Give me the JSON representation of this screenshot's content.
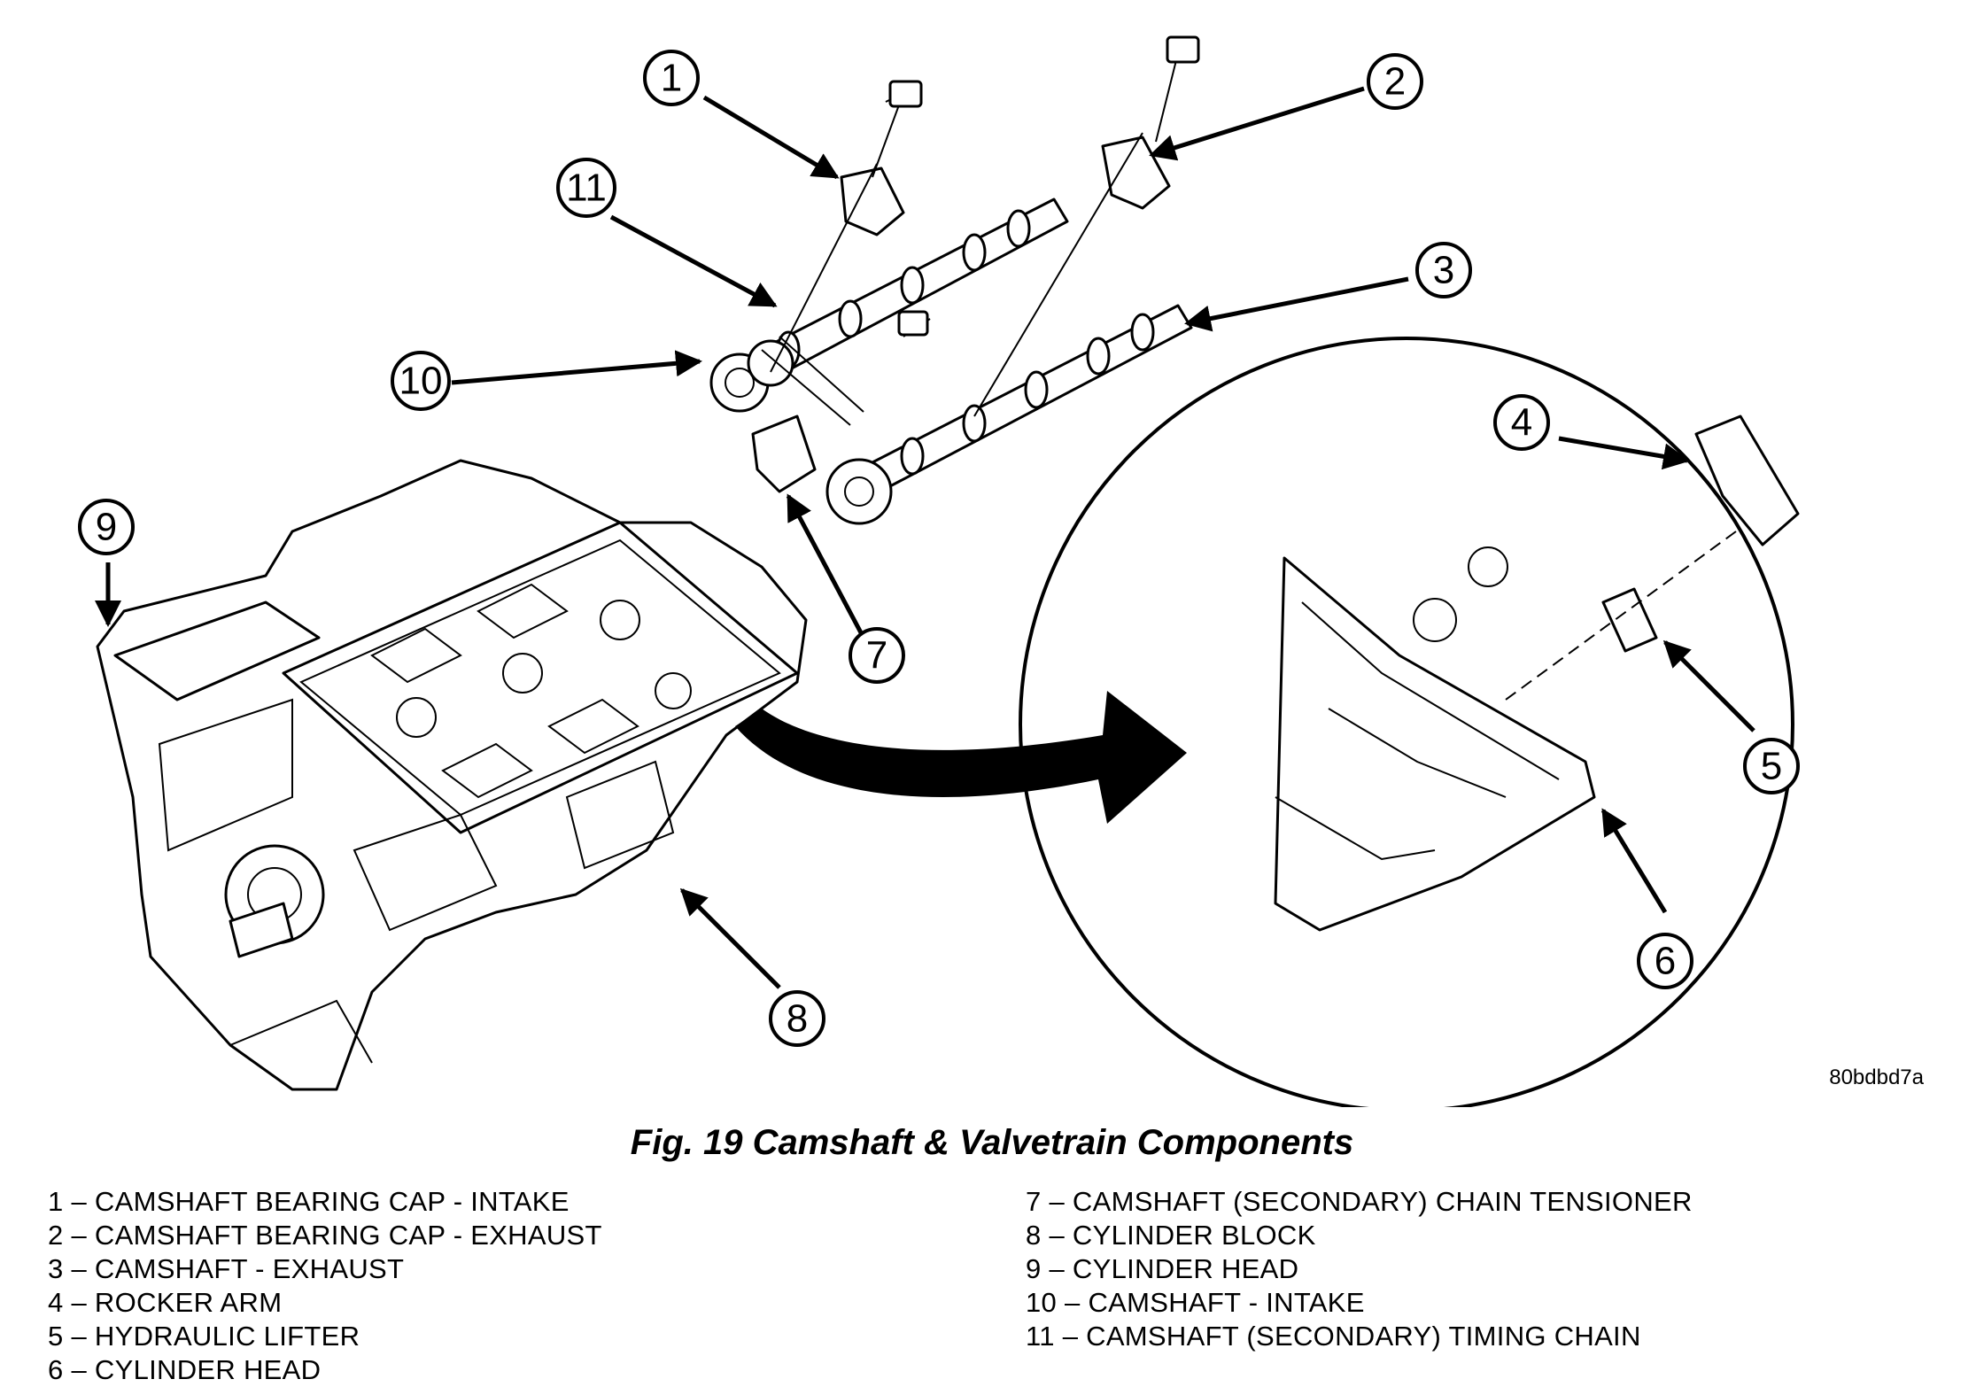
{
  "figure": {
    "title": "Fig. 19 Camshaft & Valvetrain Components",
    "image_id_text": "80bdbd7a"
  },
  "callouts": [
    "1",
    "2",
    "3",
    "4",
    "5",
    "6",
    "7",
    "8",
    "9",
    "10",
    "11"
  ],
  "legend": {
    "left": [
      "1 – CAMSHAFT BEARING CAP - INTAKE",
      "2 – CAMSHAFT BEARING CAP - EXHAUST",
      "3 – CAMSHAFT - EXHAUST",
      "4 – ROCKER ARM",
      "5 – HYDRAULIC LIFTER",
      "6 – CYLINDER HEAD"
    ],
    "right": [
      "7 – CAMSHAFT (SECONDARY) CHAIN TENSIONER",
      "8 – CYLINDER BLOCK",
      "9 – CYLINDER HEAD",
      "10 – CAMSHAFT - INTAKE",
      "11 – CAMSHAFT (SECONDARY) TIMING CHAIN"
    ]
  }
}
